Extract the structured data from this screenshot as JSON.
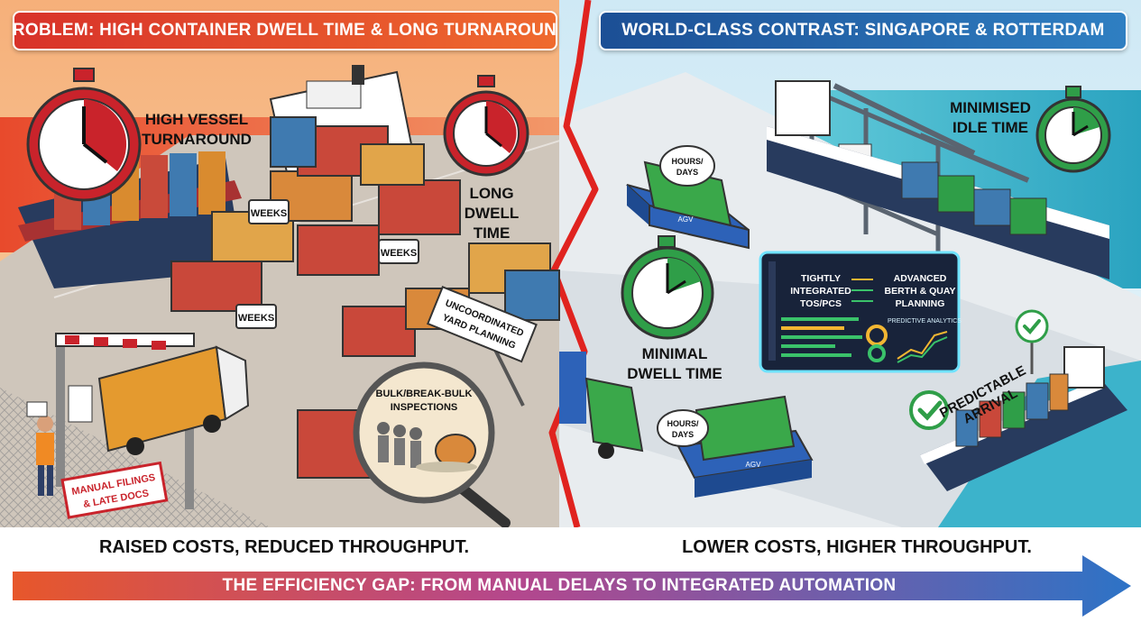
{
  "panels": {
    "left": {
      "header": "PROBLEM: HIGH CONTAINER DWELL TIME & LONG TURNAROUND",
      "summary": "RAISED COSTS, REDUCED THROUGHPUT.",
      "labels": {
        "vessel_turnaround": [
          "HIGH VESSEL",
          "TURNAROUND"
        ],
        "dwell_time": [
          "LONG",
          "DWELL",
          "TIME"
        ],
        "weeks_tag": "WEEKS",
        "yard_planning": [
          "UNCOORDINATED",
          "YARD PLANNING"
        ],
        "inspections": [
          "BULK/BREAK-BULK",
          "INSPECTIONS"
        ],
        "manual_filings": [
          "MANUAL FILINGS",
          "& LATE DOCS"
        ]
      }
    },
    "right": {
      "header": "WORLD-CLASS CONTRAST: SINGAPORE & ROTTERDAM",
      "summary": "LOWER COSTS, HIGHER THROUGHPUT.",
      "labels": {
        "idle_time": [
          "MINIMISED",
          "IDLE TIME"
        ],
        "hours_days": [
          "HOURS/",
          "DAYS"
        ],
        "dwell_time": [
          "MINIMAL",
          "DWELL TIME"
        ],
        "arrival": [
          "PREDICTABLE",
          "ARRIVAL"
        ],
        "agv": "AGV",
        "dashboard_left": [
          "TIGHTLY",
          "INTEGRATED",
          "TOS/PCS"
        ],
        "dashboard_right": [
          "ADVANCED",
          "BERTH & QUAY",
          "PLANNING"
        ],
        "dashboard_analytics": "PREDICTIVE ANALYTICS"
      }
    }
  },
  "banner": "THE EFFICIENCY GAP: FROM MANUAL DELAYS TO INTEGRATED AUTOMATION",
  "colors": {
    "problem_red": "#d8322a",
    "problem_orange": "#ef6a2e",
    "solution_blue": "#1c4f95",
    "solution_green": "#2f9e48",
    "divider_red": "#e0231f"
  }
}
